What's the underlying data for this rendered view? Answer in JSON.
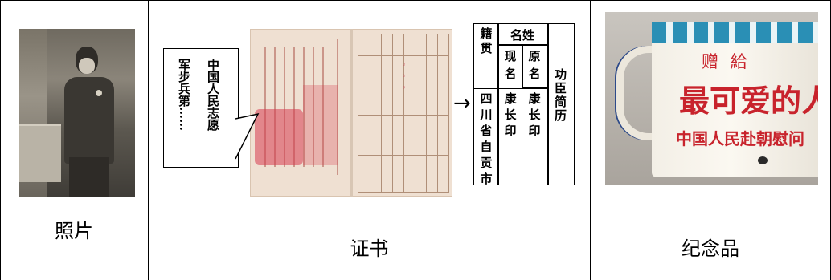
{
  "columns": [
    {
      "label": "照片"
    },
    {
      "label": "证书"
    },
    {
      "label": "纪念品"
    }
  ],
  "bubble": {
    "line1": "中国人民志愿",
    "line2": "军步兵第……"
  },
  "transcription": {
    "native_place_header": "籍贯",
    "name_header": "名姓",
    "current_name_header": "现名",
    "original_name_header": "原名",
    "title": "功臣简历",
    "native_place_value": "四川省自贡市",
    "current_name_value": "康长印",
    "original_name_value": "康长印"
  },
  "mug": {
    "line1": "赠  給",
    "line2": "最可爱的人",
    "line3": "中国人民赴朝慰问"
  },
  "colors": {
    "stamp_red": "#d2445c",
    "mug_red": "#c8232c",
    "mug_rim_blue": "#2a8fb5"
  }
}
